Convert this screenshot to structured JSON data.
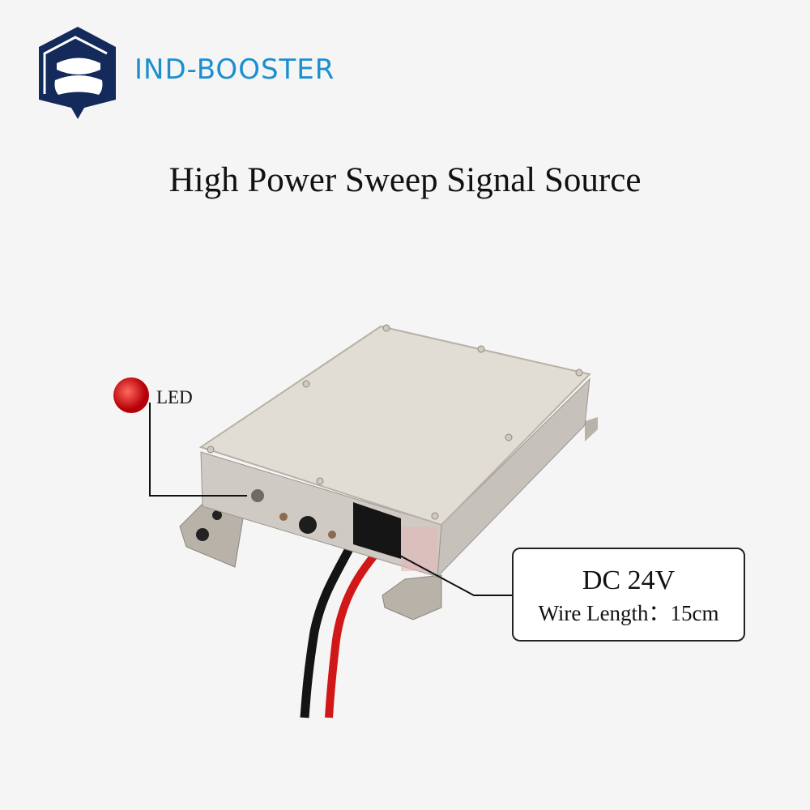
{
  "brand": {
    "name": "IND-BOOSTER",
    "color": "#1b8fd0",
    "logo_color": "#132a5a"
  },
  "title": "High Power Sweep Signal Source",
  "callouts": {
    "led": {
      "label": "LED",
      "color": "#d9100f"
    },
    "power": {
      "voltage": "DC 24V",
      "wire_length": "Wire Length：15cm"
    }
  }
}
